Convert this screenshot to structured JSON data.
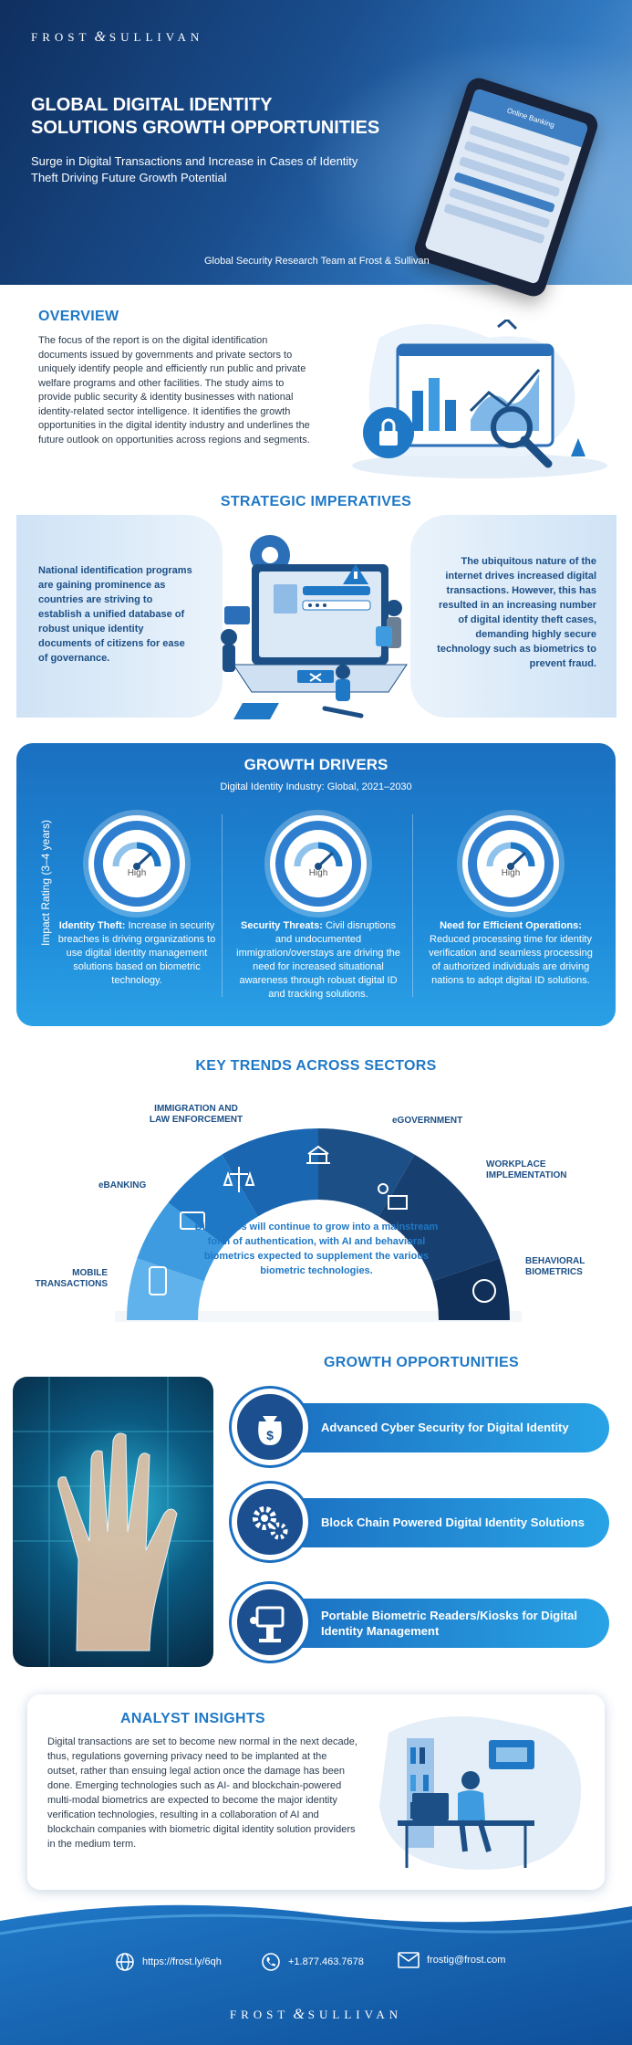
{
  "brand": {
    "left": "FROST",
    "amp": "&",
    "right": "SULLIVAN"
  },
  "hero": {
    "title_line1": "GLOBAL DIGITAL IDENTITY",
    "title_line2": "SOLUTIONS GROWTH OPPORTUNITIES",
    "subtitle": "Surge in Digital Transactions and Increase in Cases of Identity Theft Driving Future Growth Potential",
    "team": "Global Security Research Team at Frost & Sullivan",
    "phone_label": "Online Banking"
  },
  "overview": {
    "title": "OVERVIEW",
    "text": "The focus of the report is on the digital identification documents issued by governments and private sectors to uniquely identify people and efficiently run public and private welfare programs and other facilities. The study aims to provide public security & identity businesses with national identity-related sector intelligence. It identifies the growth opportunities in the digital identity industry and underlines the future outlook on opportunities across regions and segments."
  },
  "strategic": {
    "title": "STRATEGIC IMPERATIVES",
    "left": "National identification programs are gaining prominence as countries are striving to establish a unified database of robust unique identity documents of citizens for ease of governance.",
    "right": "The ubiquitous nature of the internet drives increased digital transactions. However, this has resulted in an increasing number of digital identity theft cases, demanding highly secure technology such as biometrics to prevent fraud."
  },
  "drivers": {
    "title": "GROWTH DRIVERS",
    "subtitle": "Digital Identity Industry: Global, 2021–2030",
    "axis_label": "Impact Rating (3–4 years)",
    "items": [
      {
        "rating": "High",
        "heading": "Identity Theft:",
        "text": "Increase in security breaches is driving organizations to use digital identity management solutions based on biometric technology."
      },
      {
        "rating": "High",
        "heading": "Security Threats:",
        "text": "Civil disruptions and undocumented immigration/overstays are driving the need for increased situational awareness through robust digital ID and tracking solutions."
      },
      {
        "rating": "High",
        "heading": "Need for Efficient Operations:",
        "text": "Reduced processing time for identity verification and seamless processing of authorized individuals are driving nations to adopt digital ID solutions."
      }
    ]
  },
  "trends": {
    "title": "KEY TRENDS ACROSS SECTORS",
    "sectors": [
      {
        "line1": "MOBILE",
        "line2": "TRANSACTIONS",
        "icon": "mobile-payment-icon"
      },
      {
        "line1": "eBANKING",
        "line2": "",
        "icon": "ebanking-icon"
      },
      {
        "line1": "IMMIGRATION AND",
        "line2": "LAW ENFORCEMENT",
        "icon": "scales-icon"
      },
      {
        "line1": "eGOVERNMENT",
        "line2": "",
        "icon": "government-building-icon"
      },
      {
        "line1": "WORKPLACE",
        "line2": "IMPLEMENTATION",
        "icon": "workplace-icon"
      },
      {
        "line1": "BEHAVIORAL",
        "line2": "BIOMETRICS",
        "icon": "behavioral-biometrics-icon"
      }
    ],
    "center": "Biometrics will continue to grow into a mainstream form of authentication, with AI and behavioral biometrics expected to supplement the various biometric technologies."
  },
  "opportunities": {
    "title": "GROWTH OPPORTUNITIES",
    "items": [
      {
        "label": "Advanced Cyber Security for Digital Identity",
        "icon": "money-bag-icon"
      },
      {
        "label": "Block Chain Powered Digital Identity Solutions",
        "icon": "gears-icon"
      },
      {
        "label": "Portable Biometric Readers/Kiosks for Digital Identity Management",
        "icon": "kiosk-icon"
      }
    ]
  },
  "insights": {
    "title": "ANALYST INSIGHTS",
    "text": "Digital transactions are set to become new normal in the next decade, thus, regulations governing privacy need to be implanted at the outset, rather than ensuing legal action once the damage has been done. Emerging technologies such as AI- and blockchain-powered multi-modal biometrics are expected to become the major identity verification technologies, resulting in a collaboration of AI and blockchain companies with biometric digital identity solution providers in the medium term."
  },
  "footer": {
    "website": "https://frost.ly/6qh",
    "phone": "+1.877.463.7678",
    "email": "frostig@frost.com"
  },
  "colors": {
    "primary": "#1f78c6",
    "dark_navy": "#0f2f5f",
    "accent_light": "#29a3e6",
    "text_navy": "#1c4f86"
  }
}
